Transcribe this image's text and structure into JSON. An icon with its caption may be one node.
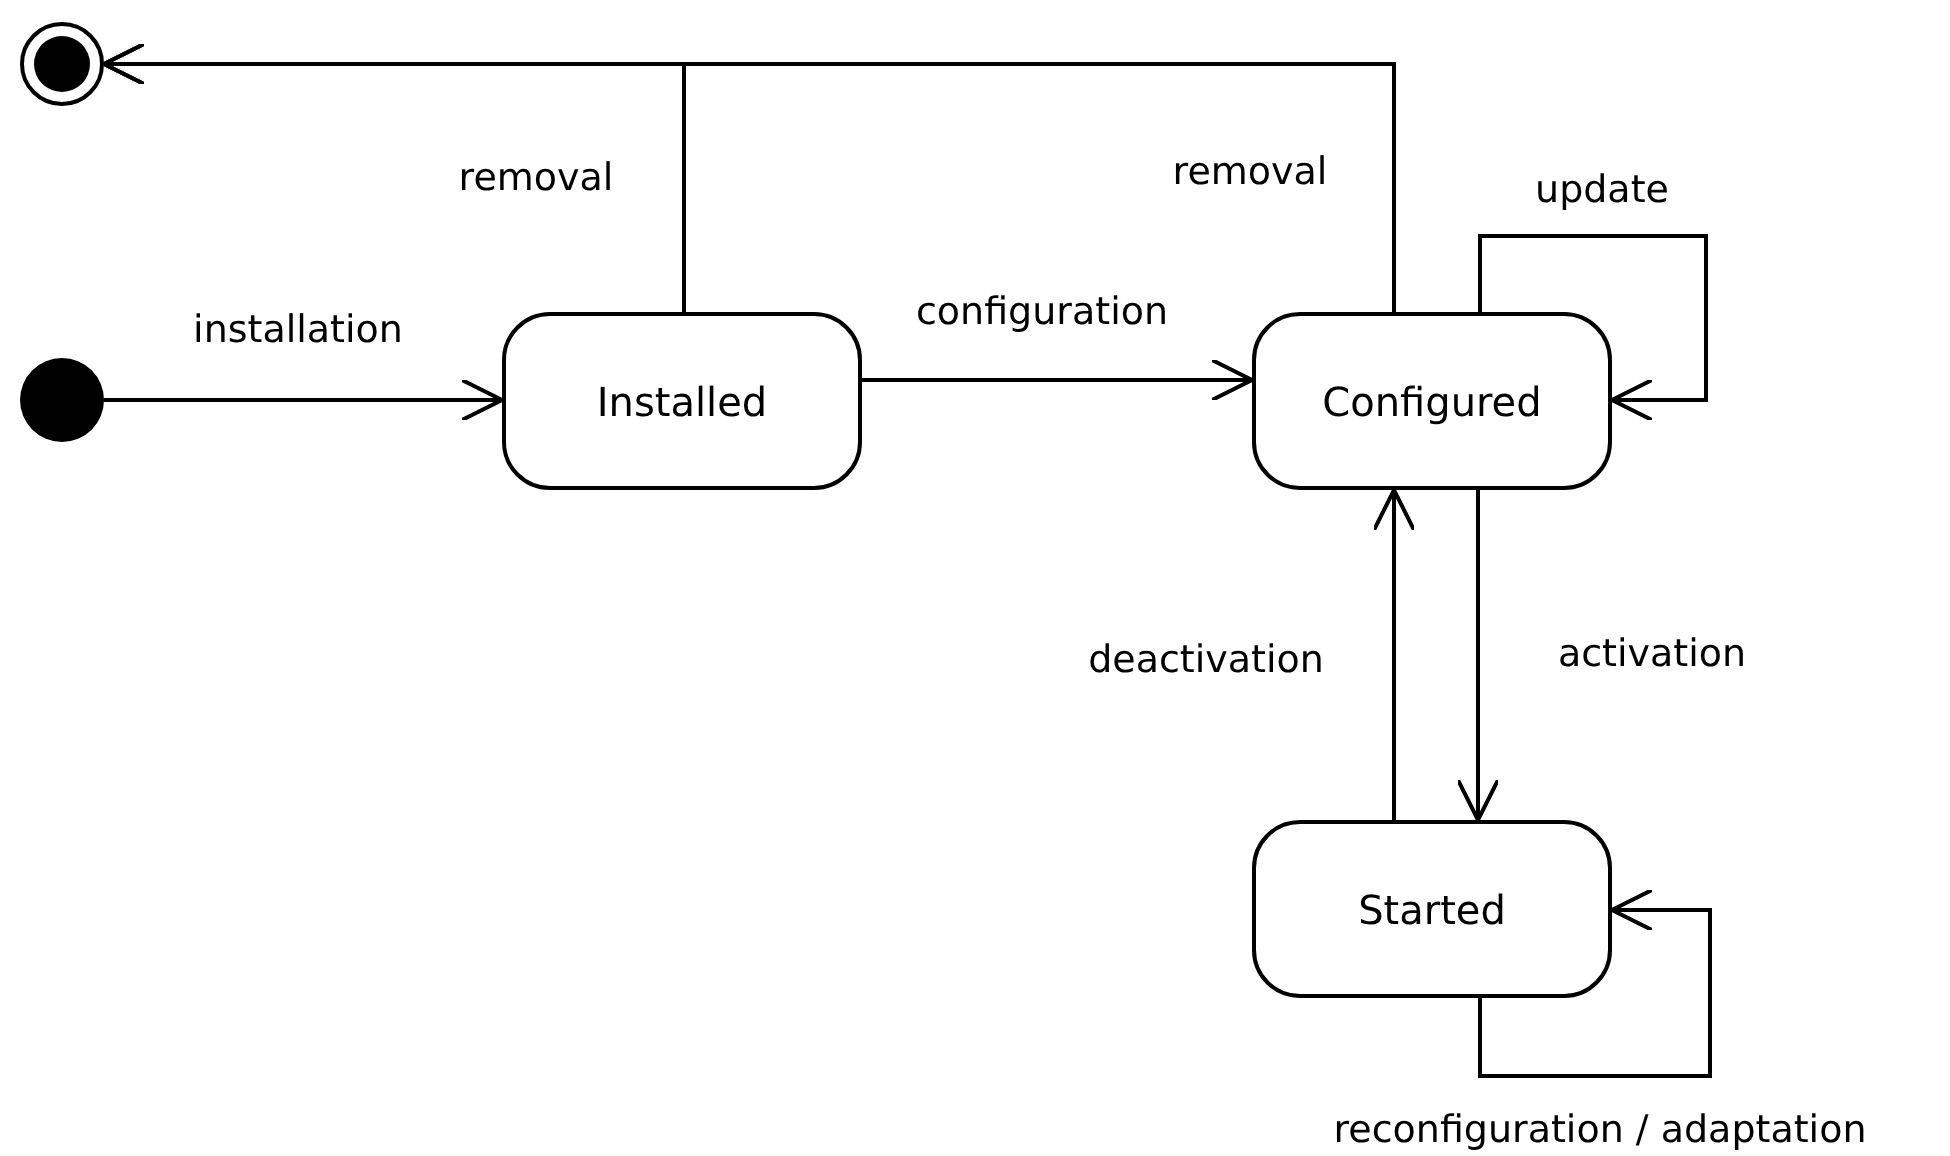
{
  "diagram": {
    "nodes": [
      {
        "text": [],
        "shape": "circle"
      },
      {
        "text": [],
        "shape": "circle"
      },
      {
        "text": [
          "Installed"
        ]
      },
      {
        "text": [
          "Configured"
        ]
      },
      {
        "text": [
          "Started"
        ]
      }
    ],
    "edges": [
      {
        "from": 1,
        "to": 2,
        "arrow": "to",
        "label": "installation"
      },
      {
        "from": 2,
        "to": 0,
        "arrow": "to",
        "label": "removal"
      },
      {
        "from": 3,
        "to": 0,
        "arrow": "to",
        "label": "removal"
      },
      {
        "from": 2,
        "to": 3,
        "arrow": "to",
        "label": "configuration"
      },
      {
        "from": 3,
        "to": 3,
        "arrow": "to",
        "label": "update"
      },
      {
        "from": 3,
        "to": 4,
        "arrow": "to",
        "label": "activation"
      },
      {
        "from": 4,
        "to": 3,
        "arrow": "to",
        "label": "deactivation"
      },
      {
        "from": 4,
        "to": 4,
        "arrow": "to",
        "label": "reconfiguration / adaptation"
      }
    ]
  }
}
